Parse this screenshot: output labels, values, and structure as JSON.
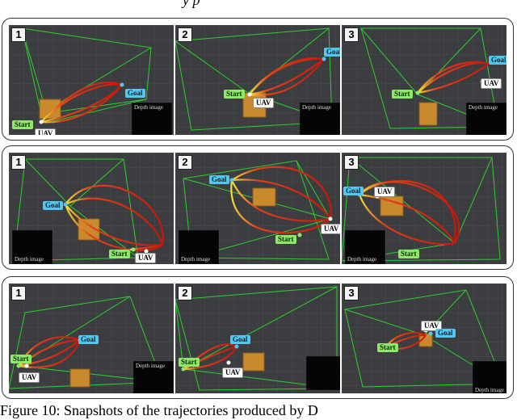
{
  "header_fragment": "y p",
  "labels": {
    "start": "Start",
    "goal": "Goal",
    "uav": "UAV",
    "depth": "Depth image"
  },
  "groups": [
    {
      "panels": [
        "1",
        "2",
        "3"
      ]
    },
    {
      "panels": [
        "1",
        "2",
        "3"
      ]
    },
    {
      "panels": [
        "1",
        "2",
        "3"
      ]
    }
  ],
  "caption": "Figure 10: Snapshots of the trajectories produced by D",
  "colors": {
    "start": "#8fe86a",
    "goal": "#53c7f0",
    "trajectory": "#d41a0c",
    "frustum": "#27c62a",
    "box": "#c98a2e"
  }
}
